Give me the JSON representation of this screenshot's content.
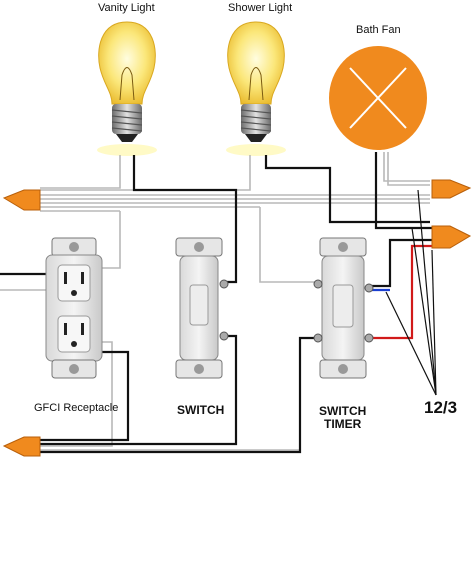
{
  "labels": {
    "vanity_light": "Vanity Light",
    "shower_light": "Shower Light",
    "bath_fan": "Bath Fan",
    "gfci": "GFCI Receptacle",
    "switch": "SWITCH",
    "switch_timer_line1": "SWITCH",
    "switch_timer_line2": "TIMER",
    "cable": "12/3"
  },
  "colors": {
    "bulb_glass": "#f7e07a",
    "bulb_glow": "#fff6c0",
    "fan": "#f08a1e",
    "wire_nut": "#f08a1e",
    "hot": "#111111",
    "neutral": "#bbbbbb",
    "red": "#d11a1a",
    "blue": "#1a3fd1"
  }
}
